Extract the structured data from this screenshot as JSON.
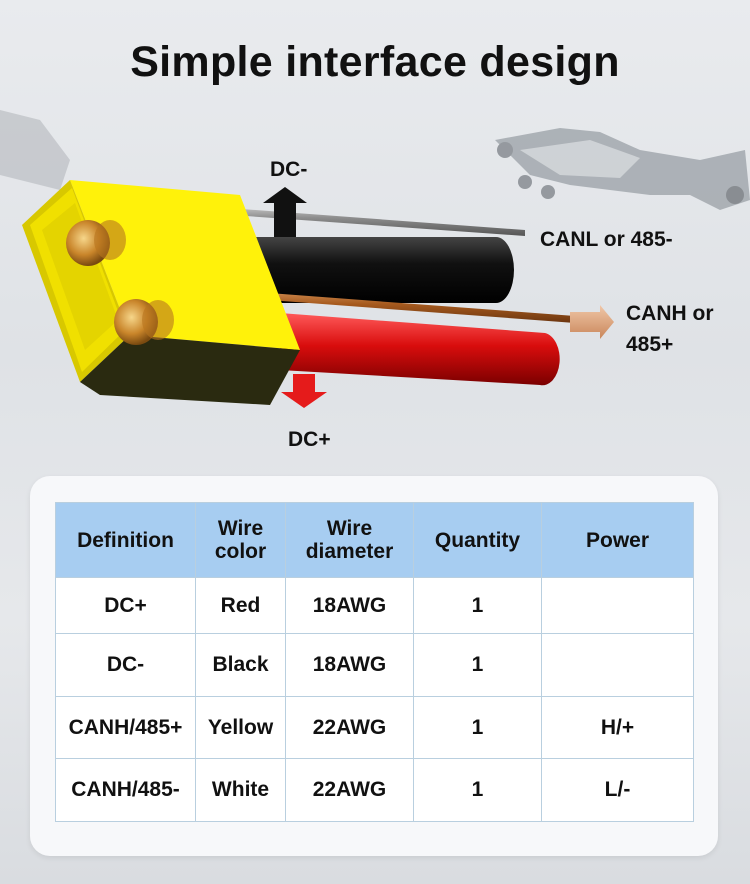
{
  "title": "Simple interface design",
  "labels": {
    "dc_minus": "DC-",
    "canl": "CANL or 485-",
    "canh_line1": "CANH or",
    "canh_line2": "485+",
    "dc_plus": "DC+"
  },
  "colors": {
    "connector": "#f2e600",
    "red_wire": "#d90d0d",
    "black_wire": "#1a1a1a",
    "header_bg": "#a7cdf1",
    "arrow_red": "#e51b1b",
    "arrow_black": "#111111",
    "arrow_copper": "#d9a887"
  },
  "table": {
    "headers": [
      [
        "Definition"
      ],
      [
        "Wire",
        "color"
      ],
      [
        "Wire",
        "diameter"
      ],
      [
        "Quantity"
      ],
      [
        "Power"
      ]
    ],
    "rows": [
      [
        "DC+",
        "Red",
        "18AWG",
        "1",
        ""
      ],
      [
        "DC-",
        "Black",
        "18AWG",
        "1",
        ""
      ],
      [
        "CANH/485+",
        "Yellow",
        "22AWG",
        "1",
        "H/+"
      ],
      [
        "CANH/485-",
        "White",
        "22AWG",
        "1",
        "L/-"
      ]
    ]
  }
}
